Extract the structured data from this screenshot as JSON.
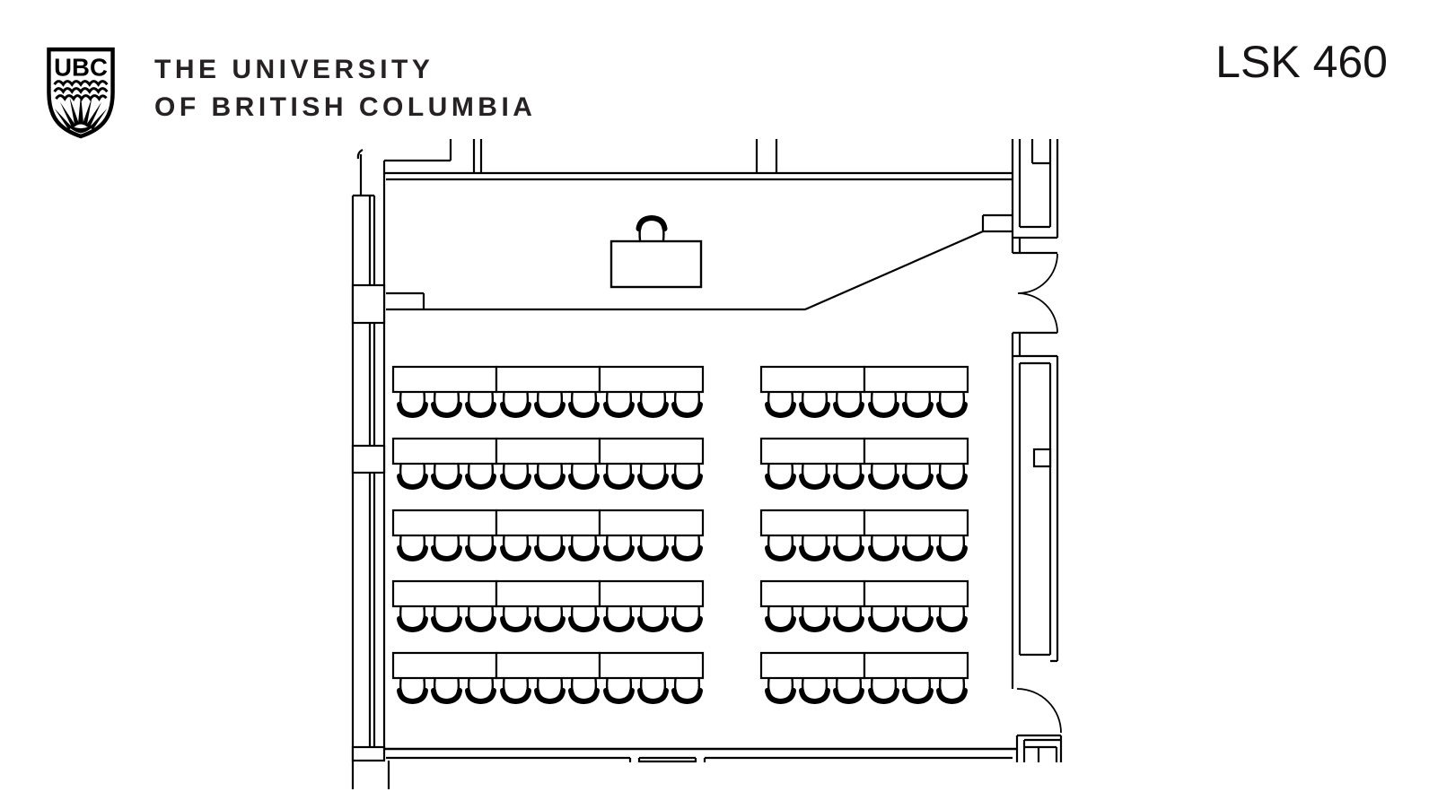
{
  "header": {
    "logo": {
      "monogram": "UBC"
    },
    "university_name_line1": "THE UNIVERSITY",
    "university_name_line2": "OF BRITISH COLUMBIA",
    "room_label": "LSK 460"
  },
  "floor_plan": {
    "room_name": "LSK 460",
    "seating": {
      "rows": 5,
      "left_block_tables_per_row": 3,
      "right_block_tables_per_row": 2,
      "chairs_per_table": 3,
      "seats_per_row": 15,
      "total_seats": 75
    },
    "features": [
      "instructor-desk",
      "instructor-chair",
      "double-entry-door",
      "single-rear-door",
      "window-wall-left",
      "front-platform-edge"
    ],
    "colors": {
      "line": "#000000",
      "background": "#ffffff"
    }
  }
}
